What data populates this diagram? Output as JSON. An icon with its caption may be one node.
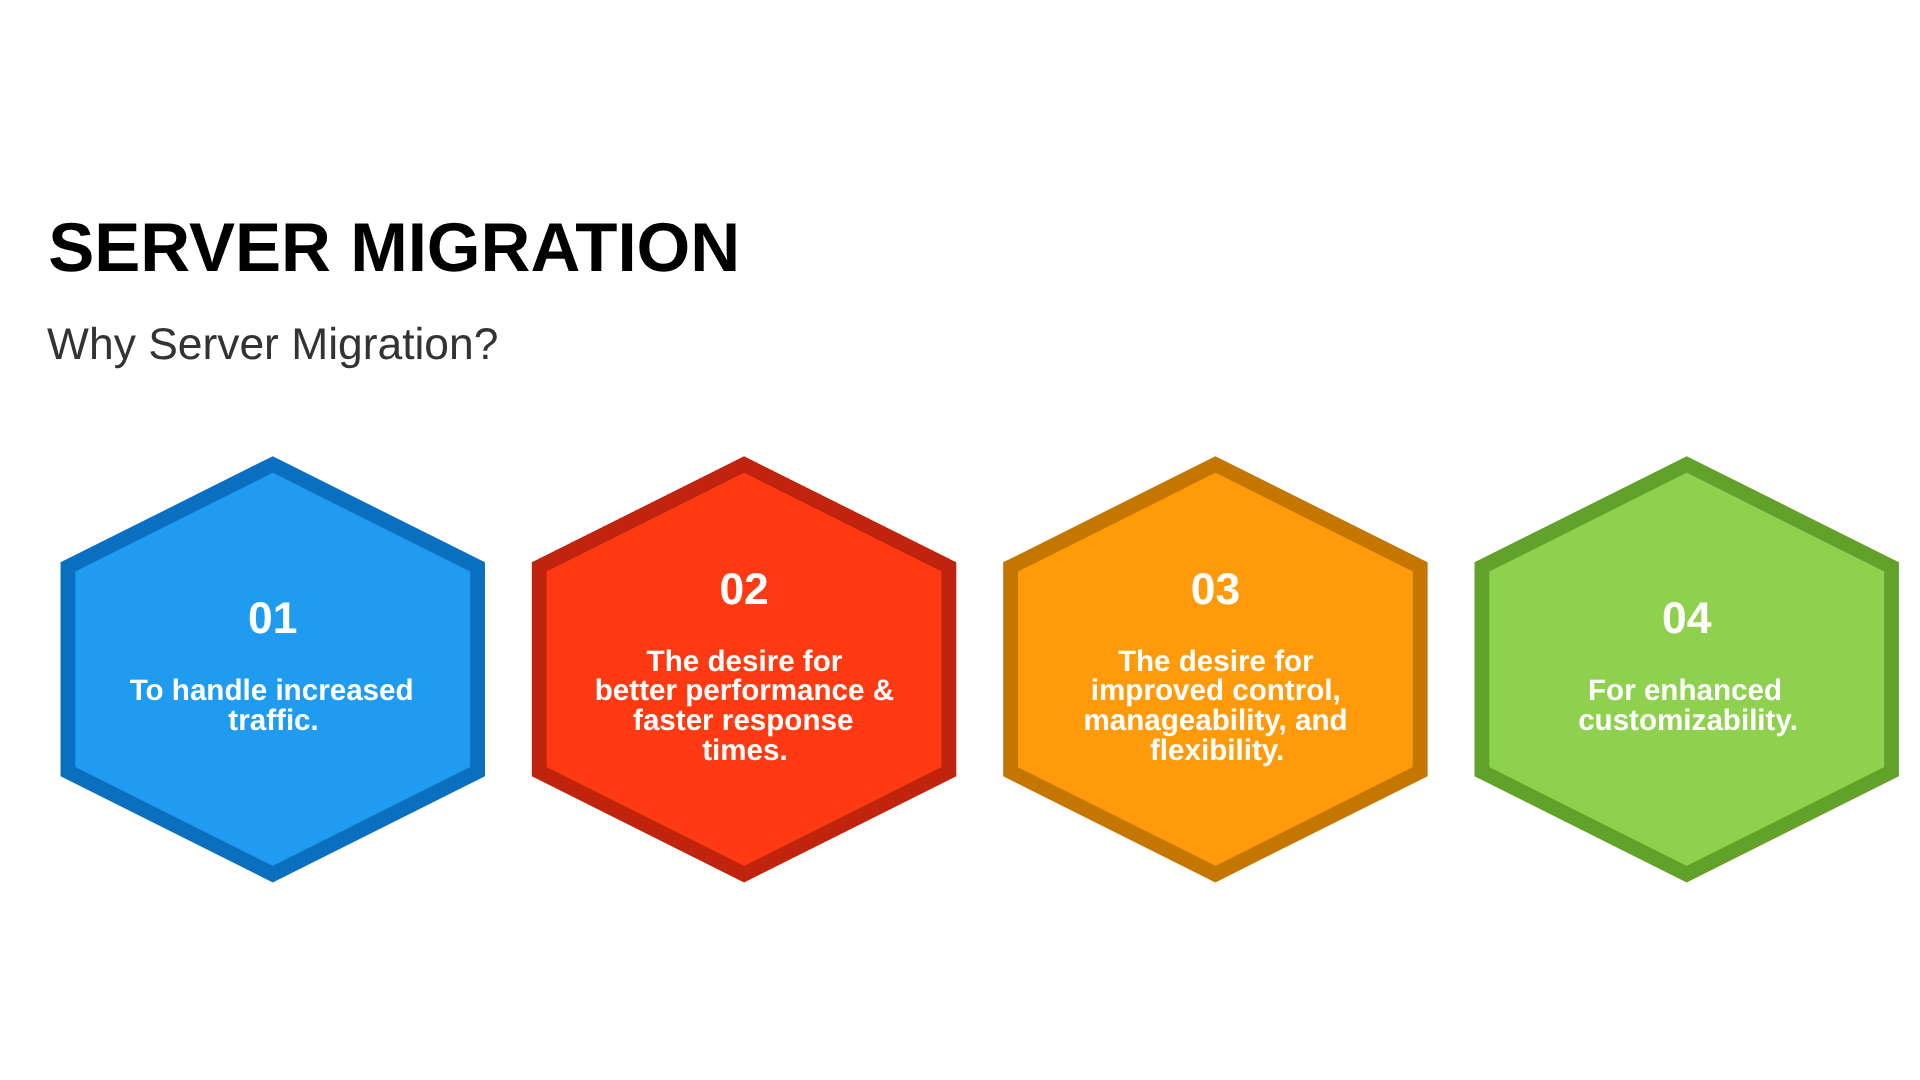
{
  "diagram": {
    "title": "SERVER MIGRATION",
    "nodes": [
      {
        "text": [
          "01",
          "To handle increased traffic."
        ]
      },
      {
        "text": [
          "02",
          "The desire for better performance & faster response times."
        ]
      },
      {
        "text": [
          "03",
          "The desire for improved control, manageability, and flexibility."
        ]
      },
      {
        "text": [
          "04",
          "For enhanced customizability."
        ]
      }
    ],
    "edges": [],
    "labels": [
      "Why Server Migration?"
    ]
  }
}
